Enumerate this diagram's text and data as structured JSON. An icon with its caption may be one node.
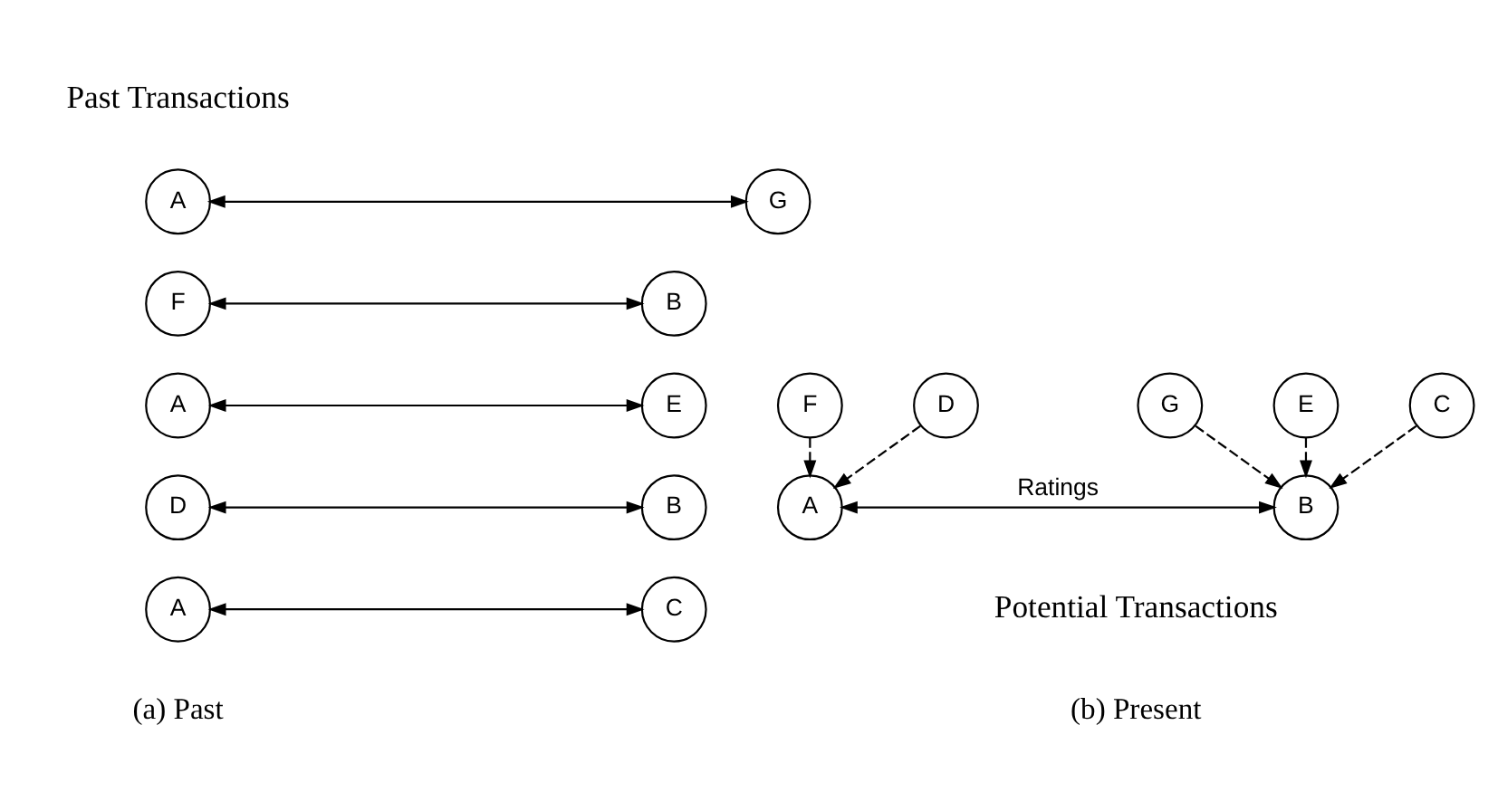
{
  "diagram": {
    "nodes": [
      {
        "text": [
          "A"
        ]
      },
      {
        "text": [
          "G"
        ]
      },
      {
        "text": [
          "F"
        ]
      },
      {
        "text": [
          "B"
        ]
      },
      {
        "text": [
          "A"
        ]
      },
      {
        "text": [
          "E"
        ]
      },
      {
        "text": [
          "D"
        ]
      },
      {
        "text": [
          "B"
        ]
      },
      {
        "text": [
          "A"
        ]
      },
      {
        "text": [
          "C"
        ]
      },
      {
        "text": [
          "F"
        ]
      },
      {
        "text": [
          "G"
        ]
      },
      {
        "text": [
          "E"
        ]
      },
      {
        "text": [
          "D"
        ]
      },
      {
        "text": [
          "C"
        ]
      },
      {
        "text": [
          "A"
        ]
      },
      {
        "text": [
          "B"
        ]
      }
    ],
    "edges": [
      {
        "from": 0,
        "to": 1,
        "arrow": "both"
      },
      {
        "from": 2,
        "to": 3,
        "arrow": "both"
      },
      {
        "from": 4,
        "to": 5,
        "arrow": "both"
      },
      {
        "from": 6,
        "to": 7,
        "arrow": "both"
      },
      {
        "from": 8,
        "to": 9,
        "arrow": "both"
      },
      {
        "from": 13,
        "to": 15,
        "arrow": "to",
        "style": "dashed"
      },
      {
        "from": 10,
        "to": 15,
        "arrow": "to",
        "style": "dashed"
      },
      {
        "from": 14,
        "to": 16,
        "arrow": "to",
        "style": "dashed"
      },
      {
        "from": 12,
        "to": 16,
        "arrow": "to",
        "style": "dashed"
      },
      {
        "from": 11,
        "to": 16,
        "arrow": "to",
        "style": "dashed"
      },
      {
        "from": 15,
        "to": 16,
        "arrow": "both",
        "label": "Ratings"
      }
    ],
    "labels": [
      "Past Transactions",
      "Potential Transactions",
      "(a) Past",
      "(b) Present"
    ]
  }
}
